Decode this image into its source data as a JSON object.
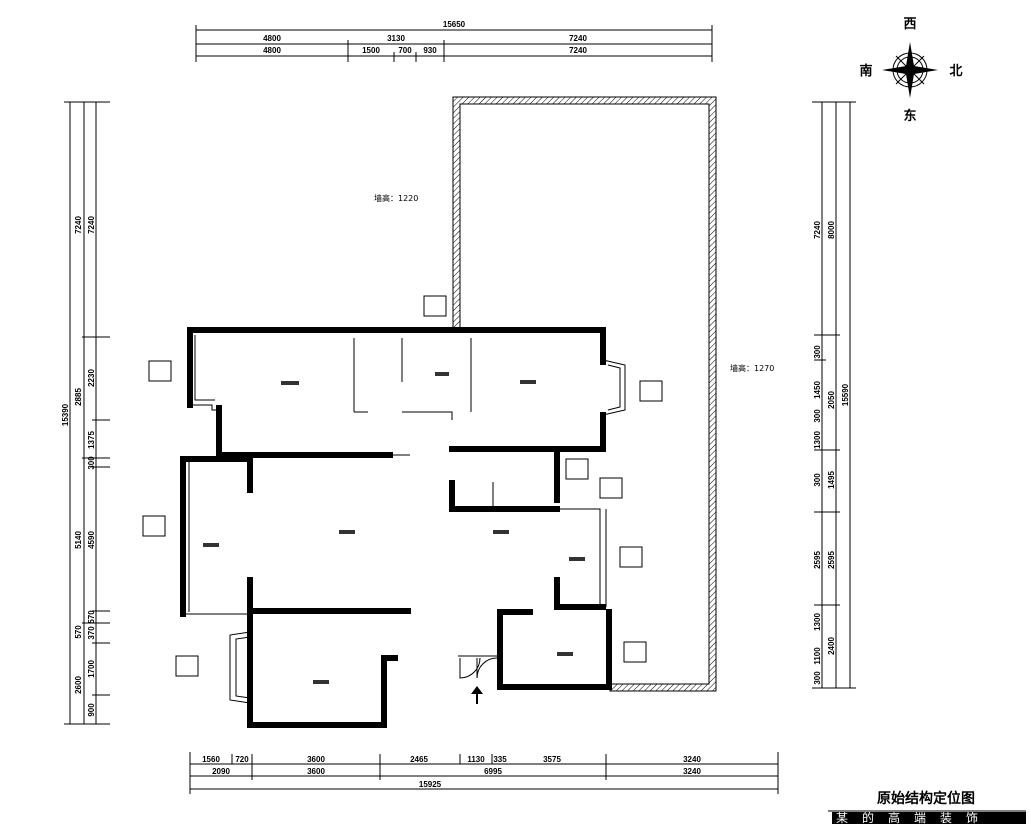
{
  "dimensions": {
    "top_total": "15650",
    "top_row1": [
      "4800",
      "3130",
      "7240"
    ],
    "top_row2": [
      "4800",
      "1500",
      "700",
      "930",
      "7240"
    ],
    "bottom_row1": [
      "1560",
      "720",
      "3600",
      "2465",
      "1130",
      "335",
      "3575",
      "3240"
    ],
    "bottom_row2": [
      "2090",
      "3600",
      "6995",
      "3240"
    ],
    "bottom_total": "15925",
    "left_total": "15390",
    "left_row1": [
      "7240",
      "2885",
      "5140",
      "570",
      "2600"
    ],
    "left_row2": [
      "7240",
      "2230",
      "1375",
      "300",
      "4590",
      "570",
      "370",
      "1700",
      "900"
    ],
    "right_total": "15590",
    "right_row1": [
      "7240",
      "300",
      "1450",
      "300",
      "1300",
      "300",
      "2595",
      "1300",
      "1100",
      "300"
    ],
    "right_row2": [
      "8000",
      "2050",
      "1495",
      "2595",
      "2400"
    ]
  },
  "annotations": {
    "wall_height_1": "墙高：1220",
    "wall_height_2": "墙高：1270"
  },
  "compass": {
    "north": "北",
    "south": "南",
    "east": "东",
    "west": "西"
  },
  "title": "原始结构定位图",
  "subtitle": "某的高端装饰"
}
